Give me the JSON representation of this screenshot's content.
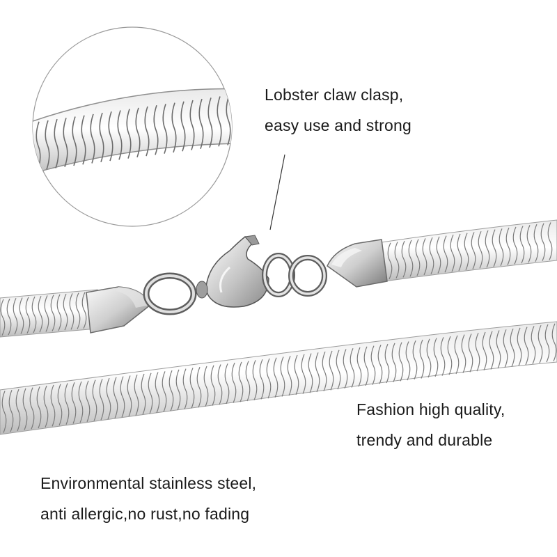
{
  "captions": {
    "clasp": {
      "line1": "Lobster claw clasp,",
      "line2": "easy use and strong"
    },
    "fashion": {
      "line1": "Fashion high quality,",
      "line2": "trendy and durable"
    },
    "material": {
      "line1": "Environmental stainless steel,",
      "line2": "anti allergic,no rust,no fading"
    }
  },
  "colors": {
    "background": "#ffffff",
    "text": "#1a1a1a",
    "chain_light": "#f2f2f2",
    "chain_mid": "#bdbdbd",
    "chain_dark": "#6e6e6e",
    "callout_line": "#333333"
  }
}
